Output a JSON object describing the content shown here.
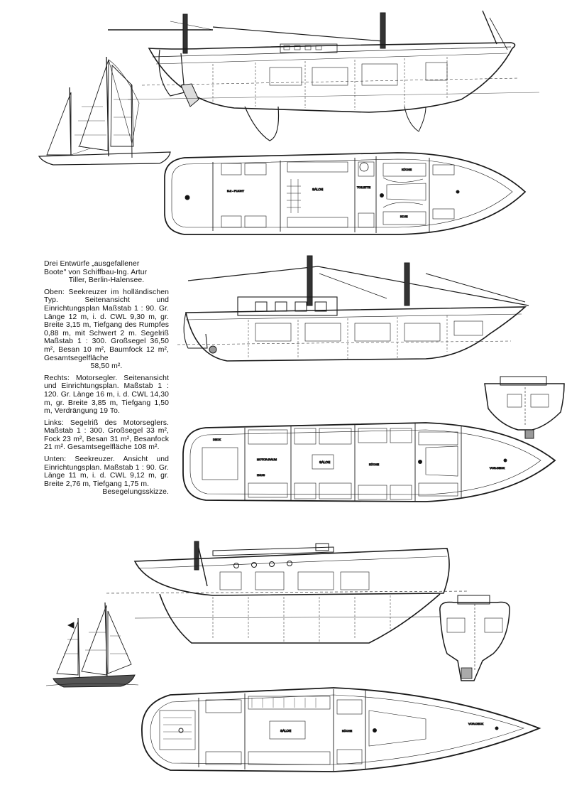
{
  "caption": {
    "intro_line1": "Drei Entwürfe „ausgefallener",
    "intro_line2": "Boote\" von Schiffbau-Ing. Artur",
    "intro_line3": "Tiller, Berlin-Halensee.",
    "oben_head": "Oben:",
    "oben_text": "Seekreuzer im holländischen Typ. Seitenansicht und Einrichtungsplan Maßstab 1 : 90. Gr. Länge 12 m, i. d. CWL 9,30 m, gr. Breite 3,15 m, Tiefgang des Rumpfes 0,88 m, mit Schwert 2 m. Segelriß Maßstab 1 : 300. Großsegel 36,50 m², Besan 10 m², Baumfock 12 m², Gesamtsegelfläche",
    "oben_tail": "58,50 m².",
    "rechts_head": "Rechts:",
    "rechts_text": "Motorsegler. Seitenansicht und Einrichtungsplan. Maßstab 1 : 120. Gr. Länge 16 m, i. d. CWL 14,30 m, gr. Breite 3,85 m, Tiefgang 1,50 m, Verdrängung 19 To.",
    "links_head": "Links:",
    "links_text": "Segelriß des Motorseglers. Maßstab 1 : 300. Großsegel 33 m², Fock 23 m², Besan 31 m², Besanfock 21 m². Gesamtsegelfläche 108 m².",
    "unten_head": "Unten:",
    "unten_text": "Seekreuzer. Ansicht und Einrichtungsplan. Maßstab 1 : 90. Gr. Länge 11 m, i. d. CWL 9,12 m, gr. Breite 2,76 m, Tiefgang 1,75 m.",
    "unten_tail": "Besegelungsskizze."
  },
  "plan_labels": {
    "p1_salon": "SALON",
    "p1_cockpit": "K-2 - PLICHT",
    "p1_toilette": "TOILETTE",
    "p1_kuche": "KÜCHE",
    "p1_koje": "KOJE",
    "p2_salon": "SALON",
    "p2_motor": "MOTOR-RAUM",
    "p2_kuche": "KÜCHE",
    "p2_deck": "DECK",
    "p2_haus": "HAUS",
    "p2_vordeck": "VOR-DECK",
    "p3_salon": "SALON",
    "p3_kuche": "KÜCHE",
    "p3_vordeck": "VOR-DECK"
  }
}
